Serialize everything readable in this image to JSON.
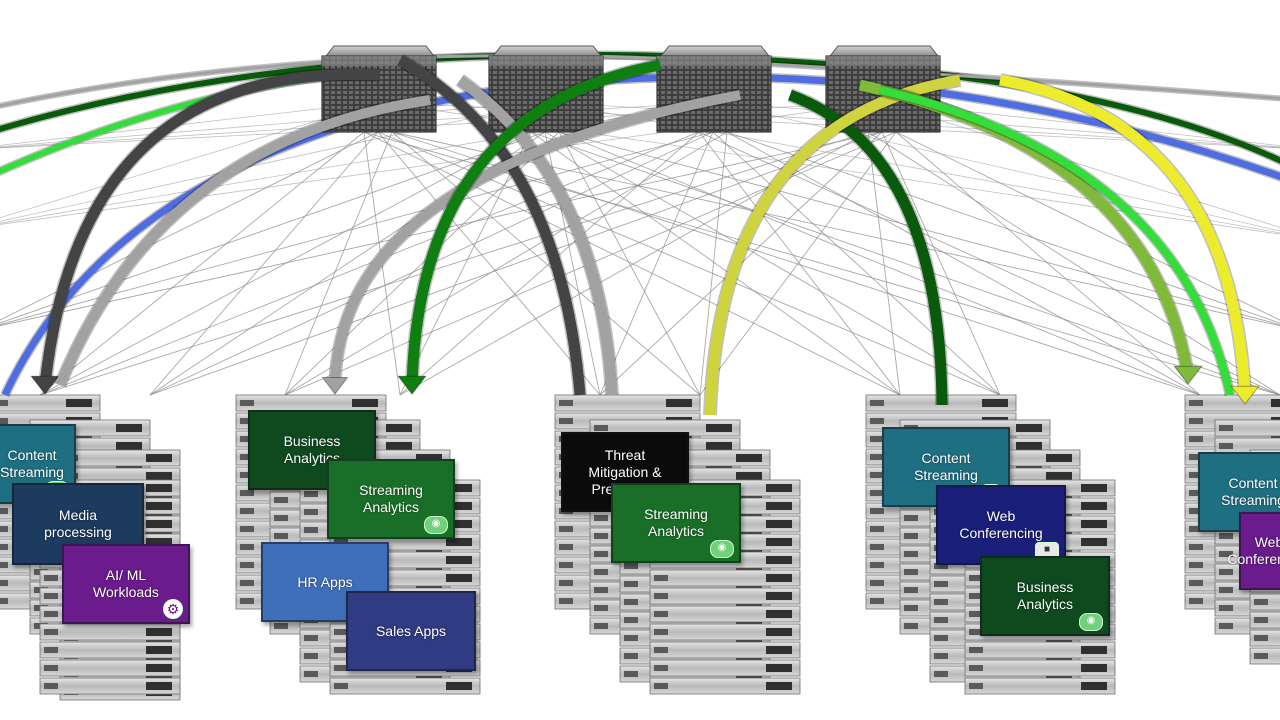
{
  "diagram": {
    "colors": {
      "blue": "#4f6de2",
      "bright_green": "#33dd3a",
      "dark_green": "#0f7f12",
      "forest_green": "#0a5a0c",
      "dark_gray": "#444446",
      "light_gray": "#a2a2a2",
      "yellow": "#ecec2c",
      "olive": "#cfd43e",
      "lime": "#7fba3a",
      "mesh": "#8c8c8c"
    },
    "spine_switches": [
      {
        "name": "spine-switch-1"
      },
      {
        "name": "spine-switch-2"
      },
      {
        "name": "spine-switch-3"
      },
      {
        "name": "spine-switch-4"
      }
    ],
    "racks": [
      {
        "name": "rack-1",
        "cards": [
          {
            "label": "Content\nStreaming",
            "color": "#1f6f82",
            "badge": "link"
          },
          {
            "label": "Media\nprocessing",
            "color": "#1d3a5f",
            "badge": ""
          },
          {
            "label": "AI/ ML\nWorkloads",
            "color": "#6a1b8c",
            "badge": "gear"
          }
        ]
      },
      {
        "name": "rack-2",
        "cards": [
          {
            "label": "Business\nAnalytics",
            "color": "#0f4a1e",
            "badge": ""
          },
          {
            "label": "Streaming\nAnalytics",
            "color": "#1a6f28",
            "badge": "eye"
          },
          {
            "label": "HR Apps",
            "color": "#3f6fb8",
            "badge": ""
          },
          {
            "label": "Sales Apps",
            "color": "#2f3b82",
            "badge": ""
          }
        ]
      },
      {
        "name": "rack-3",
        "cards": [
          {
            "label": "Threat\nMitigation &\nPrevention",
            "color": "#0b0b0b",
            "badge": ""
          },
          {
            "label": "Streaming\nAnalytics",
            "color": "#1a6f28",
            "badge": "eye"
          }
        ]
      },
      {
        "name": "rack-4",
        "cards": [
          {
            "label": "Content\nStreaming",
            "color": "#1f6f82",
            "badge": "link"
          },
          {
            "label": "Web\nConferencing",
            "color": "#1a1f7a",
            "badge": "cam"
          },
          {
            "label": "Business\nAnalytics",
            "color": "#0f4a1e",
            "badge": "eye"
          }
        ]
      },
      {
        "name": "rack-5",
        "cards": [
          {
            "label": "Content\nStreaming",
            "color": "#1f6f82",
            "badge": ""
          },
          {
            "label": "Web\nConferencing",
            "color": "#6a1b8c",
            "badge": ""
          }
        ]
      }
    ]
  }
}
